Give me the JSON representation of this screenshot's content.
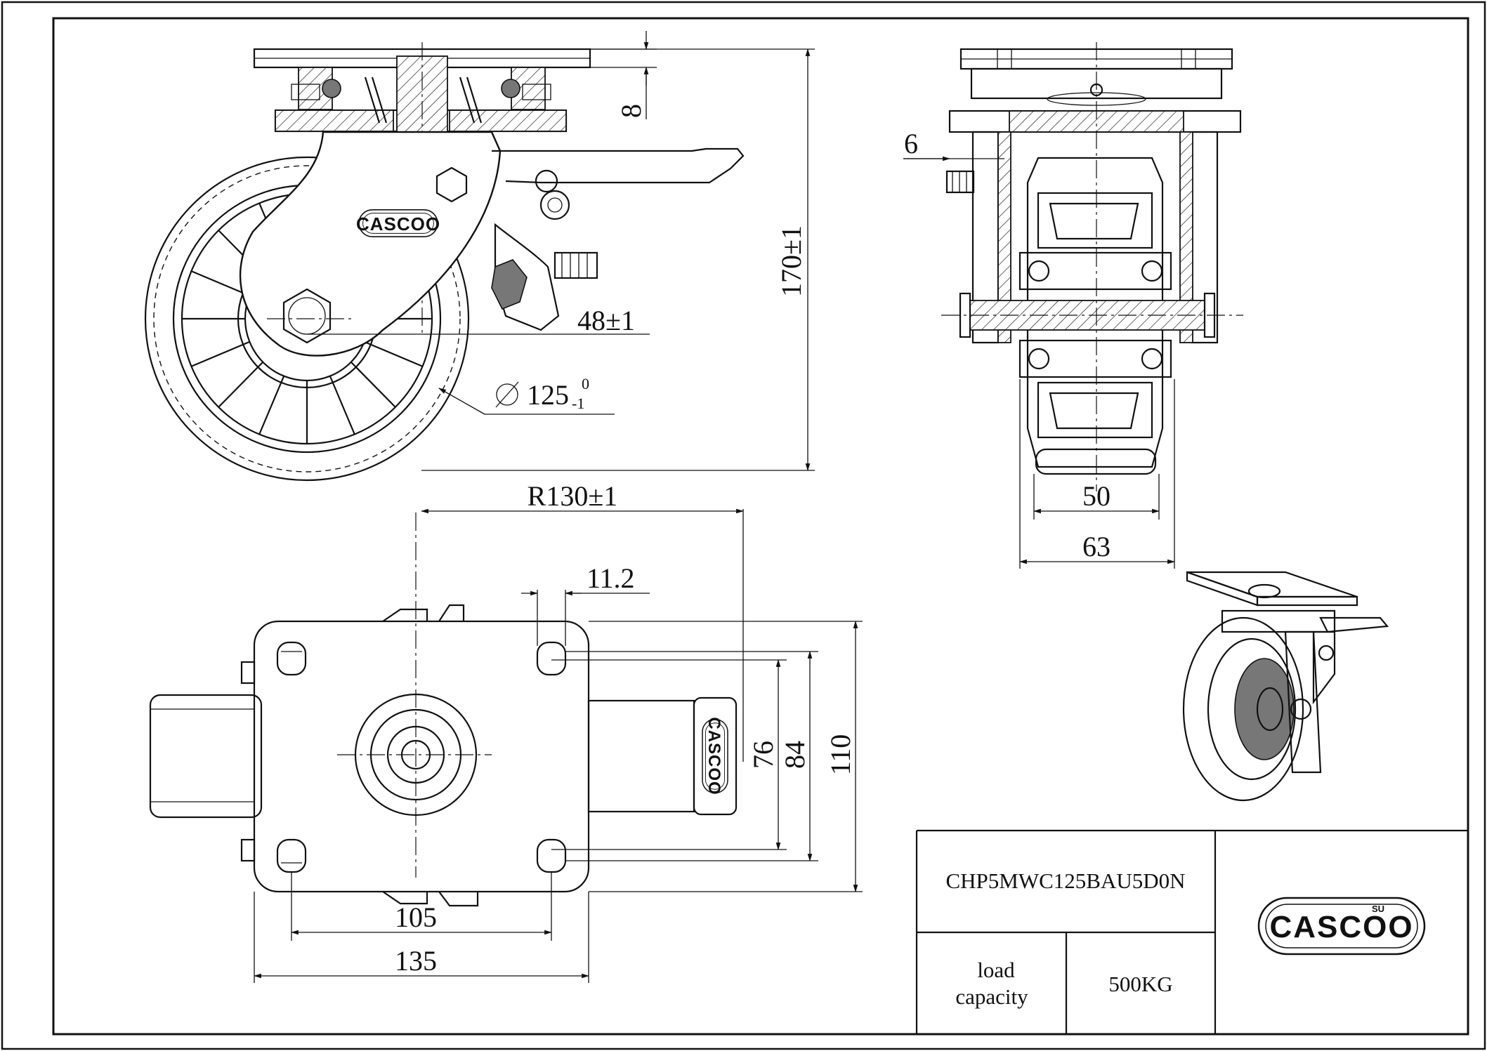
{
  "dimensions": {
    "plate_thickness": "8",
    "height": "170±1",
    "offset": "48±1",
    "wheel_diameter": "125",
    "wheel_tol_upper": "0",
    "wheel_tol_lower": "-1",
    "bolt_offset": "6",
    "tread_width": "50",
    "wheel_width": "63",
    "swivel_radius": "R130±1",
    "hole_slot": "11.2",
    "hole_spacing_y_inner": "76",
    "hole_spacing_y_outer": "84",
    "plate_width_y": "110",
    "hole_spacing_x": "105",
    "plate_width_x": "135"
  },
  "title_block": {
    "model": "CHP5MWC125BAU5D0N",
    "load_label_line1": "load",
    "load_label_line2": "capacity",
    "load_value": "500KG"
  },
  "brand": {
    "logo_text": "CASCOO",
    "logo_badge": "SU"
  }
}
